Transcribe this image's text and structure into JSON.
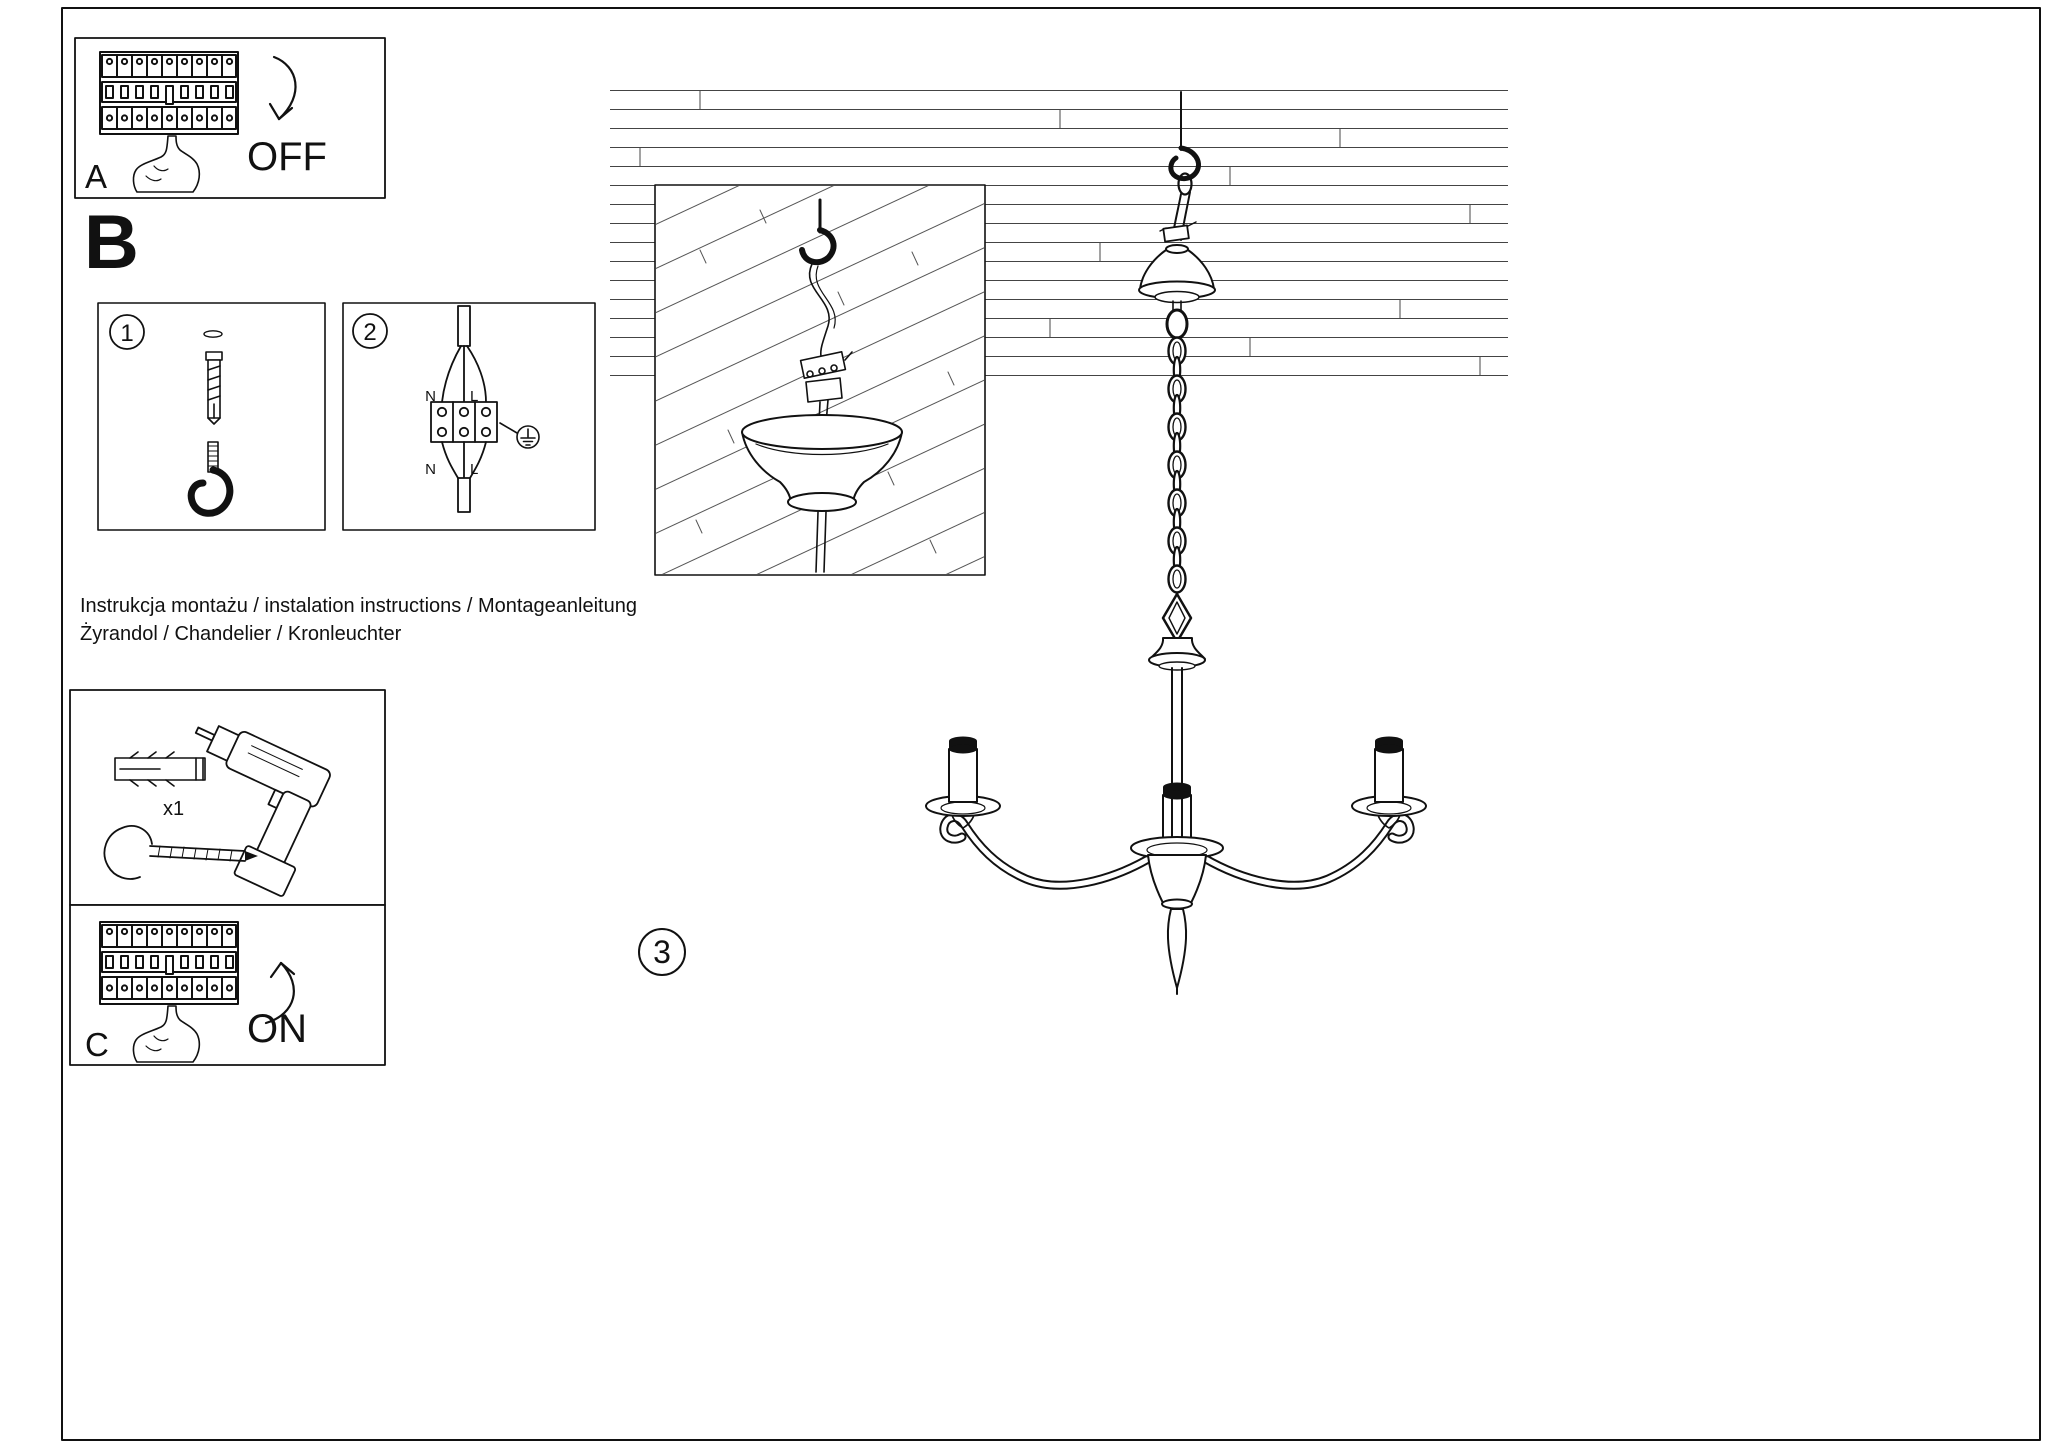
{
  "colors": {
    "ink": "#111111",
    "paper": "#ffffff"
  },
  "panel_a": {
    "label": "A",
    "state": "OFF"
  },
  "section_b": {
    "label": "B"
  },
  "step1": {
    "number": "1"
  },
  "step2": {
    "number": "2",
    "top_n": "N",
    "top_l": "L",
    "bottom_n": "N",
    "bottom_l": "L"
  },
  "instructions": {
    "line1": "Instrukcja montażu / instalation instructions / Montageanleitung",
    "line2": "Żyrandol / Chandelier / Kronleuchter"
  },
  "tools": {
    "count": "x1"
  },
  "panel_c": {
    "label": "C",
    "state": "ON"
  },
  "step3": {
    "number": "3"
  }
}
